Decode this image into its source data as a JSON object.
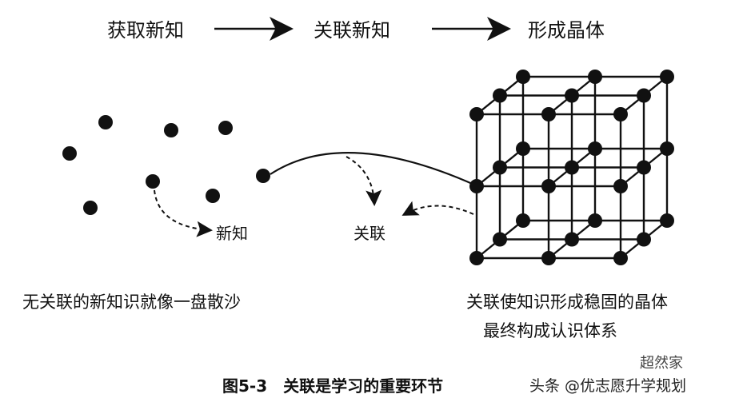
{
  "flow": {
    "step1": "获取新知",
    "step2": "关联新知",
    "step3": "形成晶体"
  },
  "labels": {
    "new_knowledge": "新知",
    "association": "关联"
  },
  "captions": {
    "left": "无关联的新知识就像一盘散沙",
    "right_line1": "关联使知识形成稳固的晶体",
    "right_line2": "最终构成认识体系"
  },
  "figure_caption": "图5-3　关联是学习的重要环节",
  "watermark": {
    "source": "头条 @优志愿升学规划",
    "brand": "超然家"
  }
}
